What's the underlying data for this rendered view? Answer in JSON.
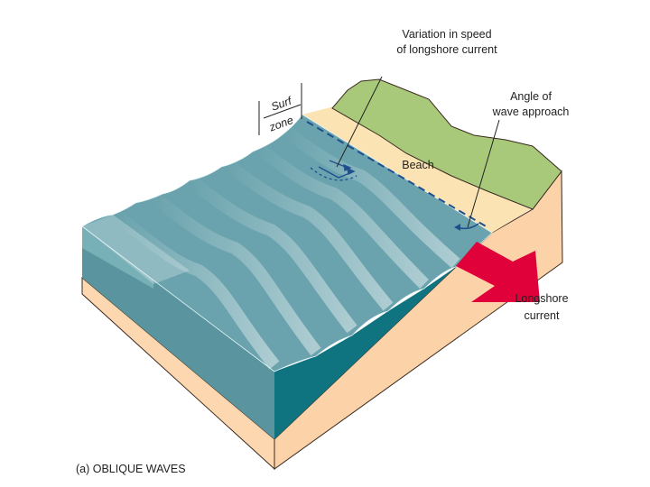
{
  "figure": {
    "caption": "(a) OBLIQUE WAVES",
    "labels": {
      "variation_line1": "Variation in speed",
      "variation_line2": "of longshore current",
      "angle_line1": "Angle of",
      "angle_line2": "wave approach",
      "beach": "Beach",
      "surf": "Surf",
      "zone": "zone",
      "longshore_line1": "Longshore",
      "longshore_line2": "current"
    },
    "colors": {
      "water_top": "#6aa3ad",
      "water_front": "#5a959f",
      "water_side": "#0f7480",
      "sand": "#fcd7b0",
      "beach": "#fbe3b3",
      "hill": "#a8c97a",
      "arrow": "#e0003a",
      "dash": "#1f4f8f"
    }
  }
}
